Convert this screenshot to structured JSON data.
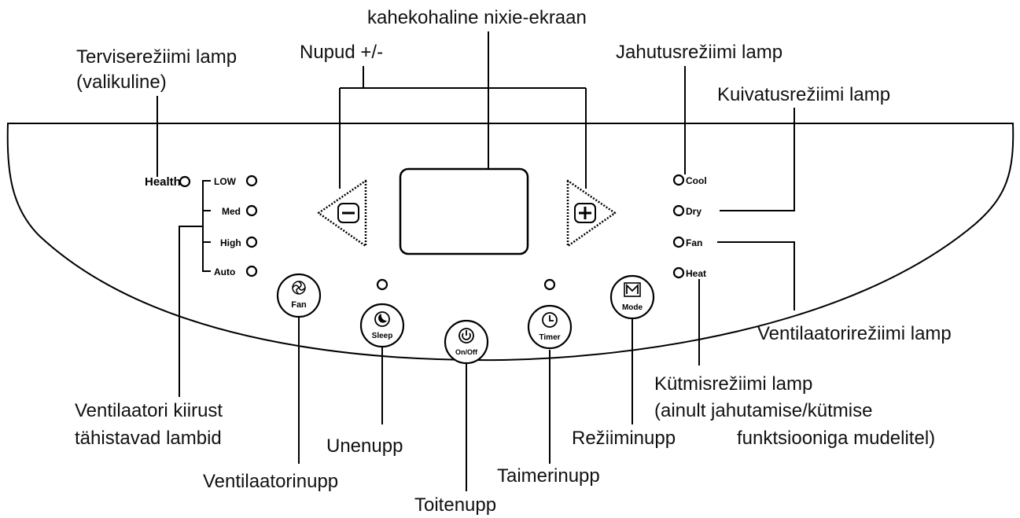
{
  "callouts": {
    "display": "kahekohaline nixie-ekraan",
    "health_lamp_line1": "Terviserežiimi lamp",
    "health_lamp_line2": "(valikuline)",
    "plus_minus": "Nupud +/-",
    "cool_lamp": "Jahutusrežiimi lamp",
    "dry_lamp": "Kuivatusrežiimi lamp",
    "fan_mode_lamp": "Ventilaatorirežiimi lamp",
    "heat_lamp_line1": "Kütmisrežiimi lamp",
    "heat_lamp_line2": "(ainult jahutamise/kütmise",
    "heat_lamp_line3": "funktsiooniga mudelitel)",
    "fan_speed_line1": "Ventilaatori kiirust",
    "fan_speed_line2": "tähistavad lambid",
    "sleep_button": "Unenupp",
    "fan_button": "Ventilaatorinupp",
    "power_button": "Toitenupp",
    "timer_button": "Taimerinupp",
    "mode_button": "Režiiminupp"
  },
  "panel": {
    "health": "Health",
    "speeds": [
      "LOW",
      "Med",
      "High",
      "Auto"
    ],
    "modes": [
      "Cool",
      "Dry",
      "Fan",
      "Heat"
    ],
    "buttons": {
      "fan": "Fan",
      "sleep": "Sleep",
      "power": "On/Off",
      "timer": "Timer",
      "mode": "Mode"
    }
  },
  "icons": [
    "minus-icon",
    "plus-icon",
    "fan-blade-icon",
    "moon-icon",
    "power-icon",
    "clock-icon",
    "mode-m-icon"
  ]
}
